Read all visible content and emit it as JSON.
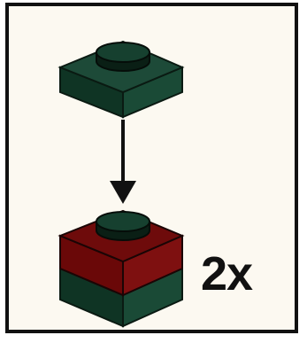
{
  "step": {
    "quantity_label": "2x"
  },
  "colors": {
    "panel_background": "#fcf9f1",
    "border": "#111111",
    "dark_green": "#16402f",
    "dark_red": "#7a0c0c",
    "arrow": "#111111"
  },
  "parts": [
    {
      "name": "plate-1x1",
      "color": "dark-green"
    },
    {
      "name": "brick-1x1-assembly",
      "colors": [
        "dark-red",
        "dark-green"
      ]
    }
  ]
}
